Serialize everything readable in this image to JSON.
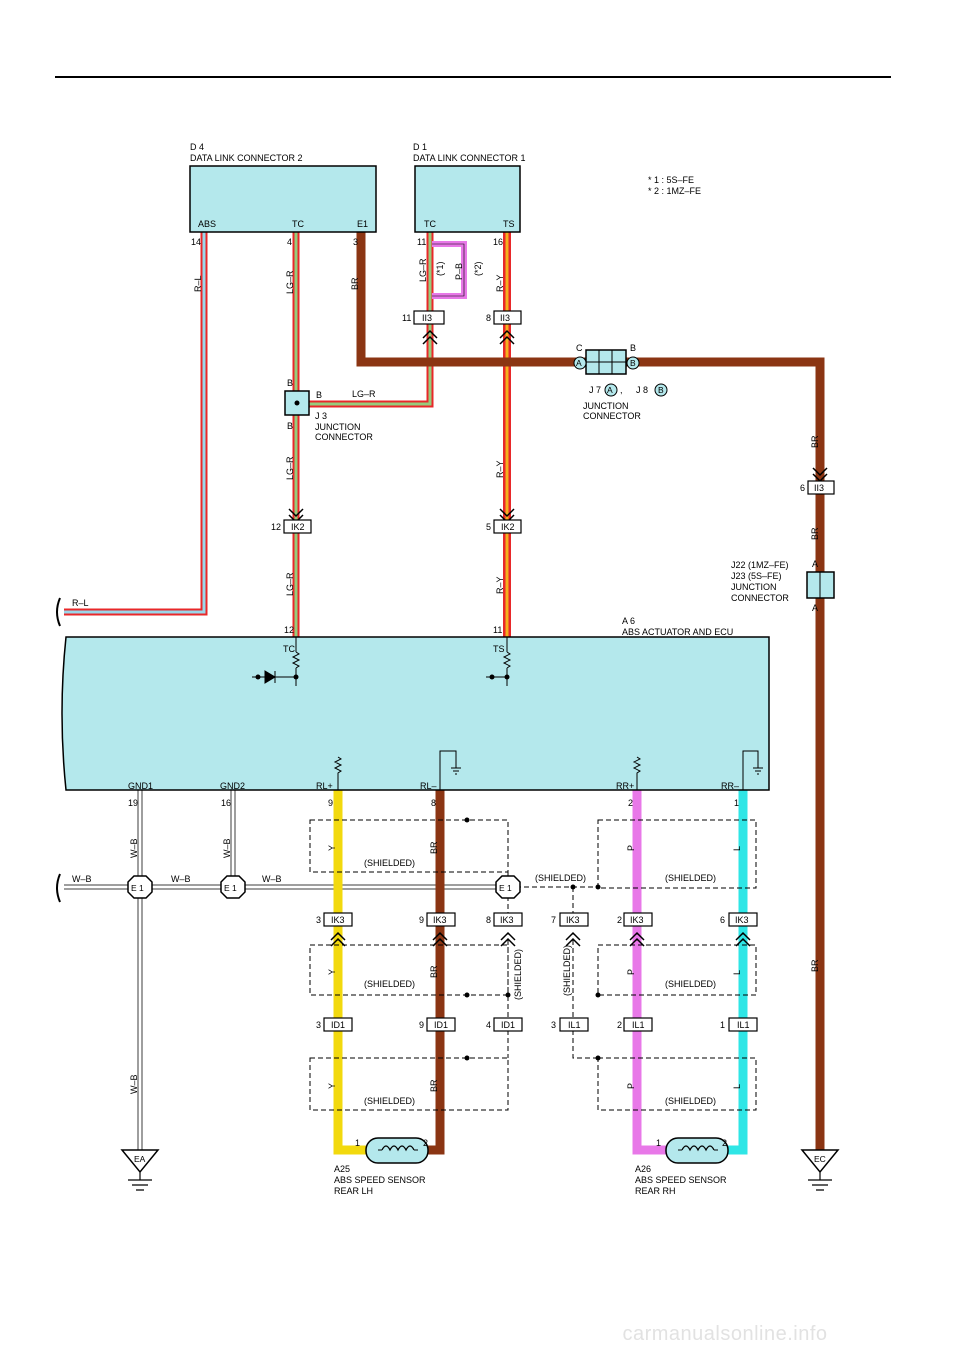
{
  "notes": {
    "n1": "* 1 : 5S–FE",
    "n2": "* 2 : 1MZ–FE"
  },
  "dlc2": {
    "id": "D 4",
    "name": "DATA LINK CONNECTOR 2",
    "pins": {
      "abs": "ABS",
      "tc": "TC",
      "e1": "E1"
    },
    "nums": {
      "abs": "14",
      "tc": "4",
      "e1": "3"
    }
  },
  "dlc1": {
    "id": "D 1",
    "name": "DATA LINK CONNECTOR 1",
    "pins": {
      "tc": "TC",
      "ts": "TS"
    },
    "nums": {
      "tc": "11",
      "ts": "16"
    }
  },
  "wires": {
    "rl": "R–L",
    "lgr": "LG–R",
    "br": "BR",
    "pb": "P–B",
    "ry": "R–Y",
    "wb": "W–B",
    "y": "Y",
    "p": "P",
    "l": "L",
    "star1": "(*1)",
    "star2": "(*2)",
    "shielded": "(SHIELDED)"
  },
  "colors": {
    "red": "#e8282a",
    "lightblue": "#9ad7ea",
    "green": "#96cc7c",
    "brown": "#8b3513",
    "pink": "#e878e8",
    "yellow": "#f2d90e",
    "cyan": "#2fe6e6",
    "orange": "#f4b11e",
    "connector": "#b4e8ec",
    "white_wire": "#bdbdbd"
  },
  "connectors": {
    "ii3": "II3",
    "ik2": "IK2",
    "ik3": "IK3",
    "id1": "ID1",
    "il1": "IL1",
    "n11": "11",
    "n8": "8",
    "n6": "6",
    "n12": "12",
    "n5": "5",
    "n3": "3",
    "n9": "9",
    "n4": "4",
    "n7": "7",
    "n2": "2",
    "n1": "1"
  },
  "j3": {
    "id": "J 3",
    "l1": "JUNCTION",
    "l2": "CONNECTOR",
    "pin": "B"
  },
  "j78": {
    "c": "C",
    "a": "A",
    "b": "B",
    "j7": "J 7",
    "sep": ",",
    "j8": "J 8",
    "l1": "JUNCTION",
    "l2": "CONNECTOR"
  },
  "j2223": {
    "l1": "J22  (1MZ–FE)",
    "l2": "J23  (5S–FE)",
    "l3": "JUNCTION",
    "l4": "CONNECTOR",
    "pin": "A"
  },
  "ecu": {
    "id": "A 6",
    "name": "ABS ACTUATOR AND ECU",
    "tc": "TC",
    "ts": "TS",
    "tc_num": "12",
    "ts_num": "11",
    "gnd1": "GND1",
    "gnd2": "GND2",
    "rlp": "RL+",
    "rlm": "RL–",
    "rrp": "RR+",
    "rrm": "RR–",
    "n19": "19",
    "n16": "16",
    "n9": "9",
    "n8": "8",
    "n2": "2",
    "n1": "1"
  },
  "ground": {
    "e1": "E 1",
    "ea": "EA",
    "ec": "EC"
  },
  "sensor_lh": {
    "id": "A25",
    "l1": "ABS SPEED SENSOR",
    "l2": "REAR LH",
    "p1": "1",
    "p2": "2"
  },
  "sensor_rh": {
    "id": "A26",
    "l1": "ABS SPEED SENSOR",
    "l2": "REAR RH",
    "p1": "1",
    "p2": "2"
  },
  "watermark": "carmanualsonline.info"
}
